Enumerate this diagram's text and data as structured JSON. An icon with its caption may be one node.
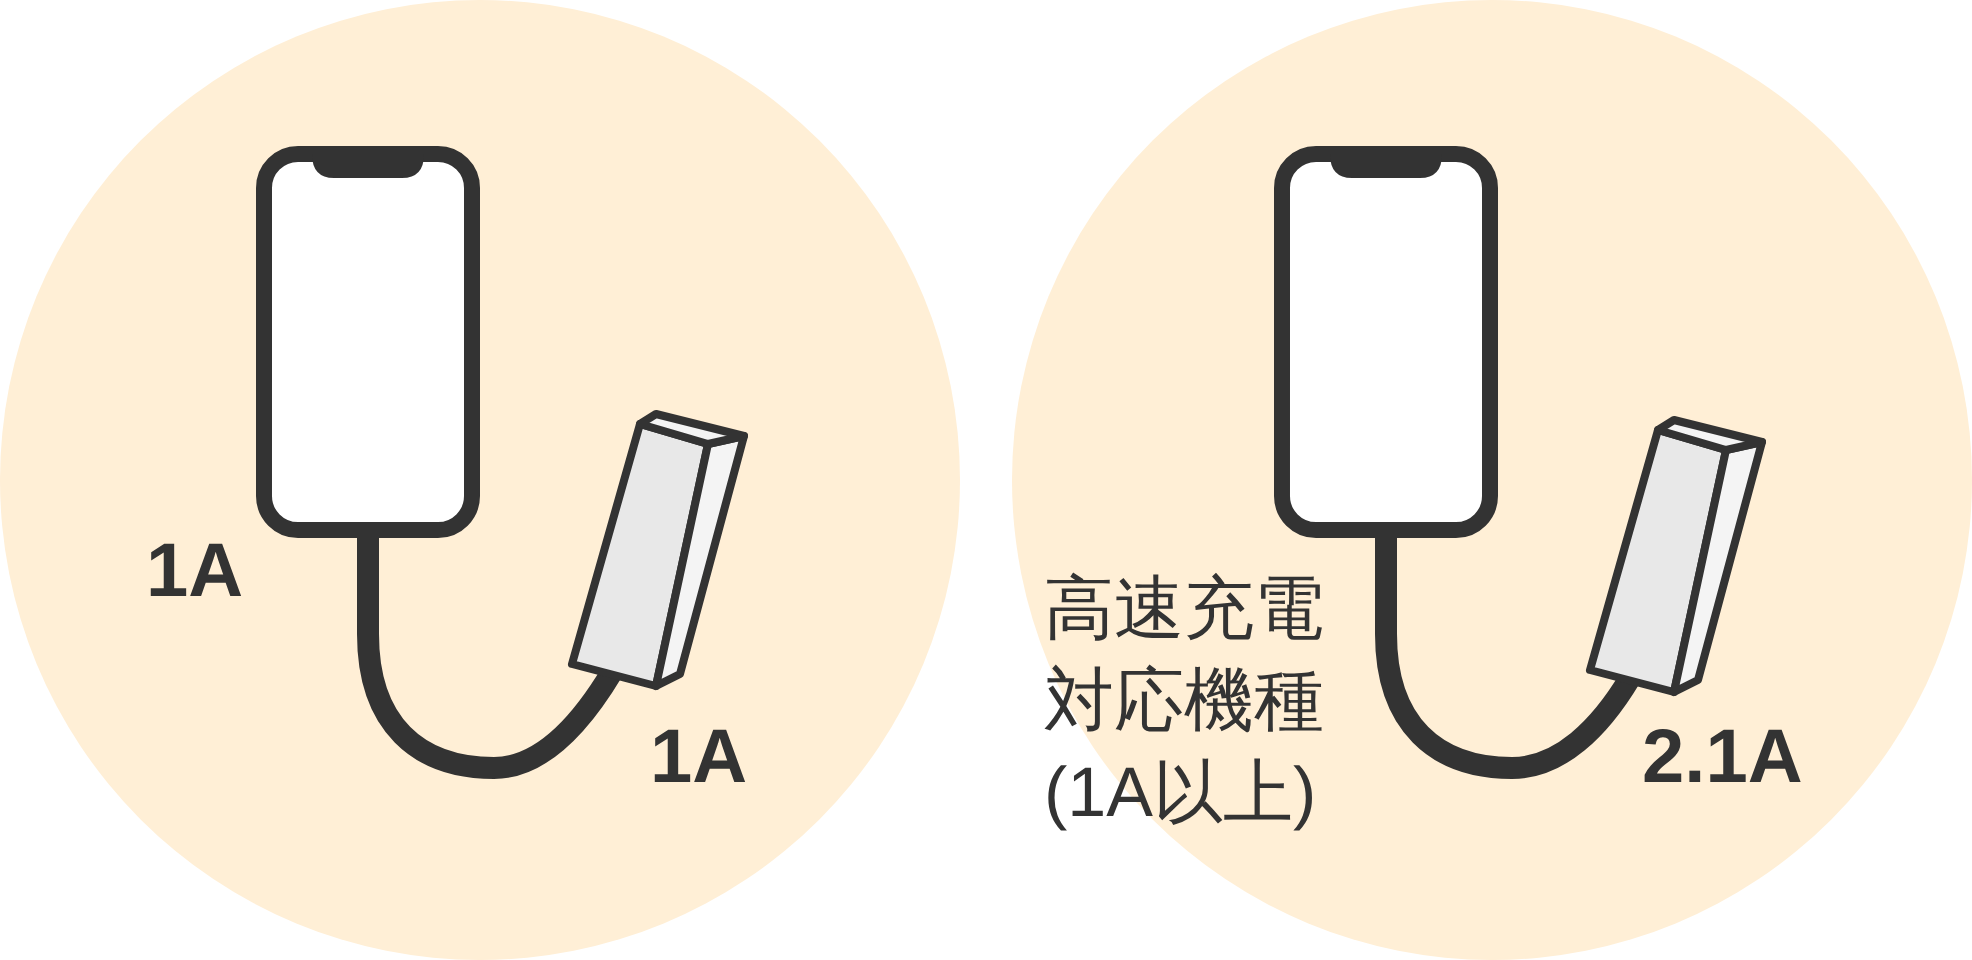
{
  "diagram": {
    "nodes": [
      {
        "text": [],
        "shape": "circle"
      },
      {
        "text": [],
        "shape": "picture",
        "in": 0,
        "beside": [
          "1A"
        ]
      },
      {
        "text": [],
        "shape": "picture",
        "in": 0,
        "beside": [
          "1A"
        ]
      },
      {
        "text": [],
        "shape": "circle"
      },
      {
        "text": [],
        "shape": "picture",
        "in": 3,
        "beside": [
          "高速充電対応機種(1A以上)"
        ]
      },
      {
        "text": [],
        "shape": "picture",
        "in": 3,
        "beside": [
          "2.1A"
        ]
      }
    ],
    "edges": [
      {
        "from": 1,
        "to": 2,
        "arrow": "none"
      },
      {
        "from": 4,
        "to": 5,
        "arrow": "none"
      }
    ]
  }
}
